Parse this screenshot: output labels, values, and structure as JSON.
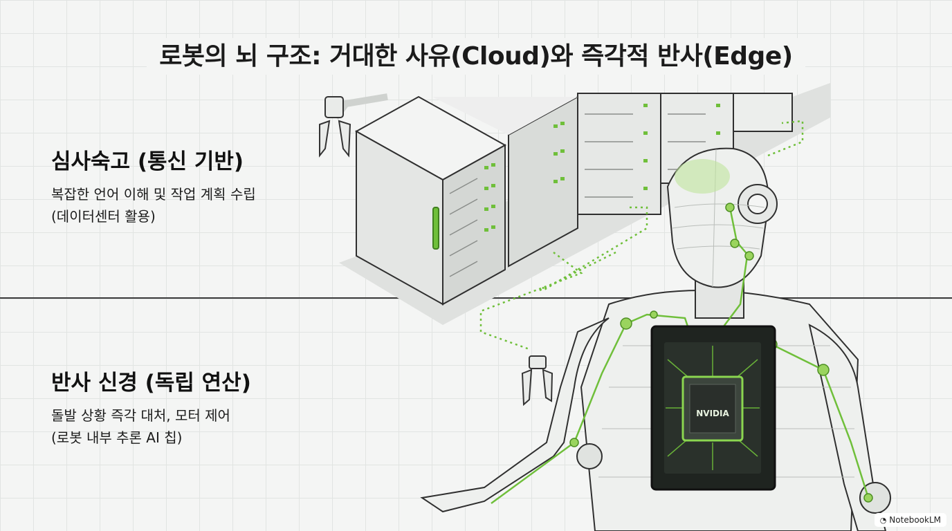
{
  "title": "로봇의 뇌 구조: 거대한 사유(Cloud)와 즉각적 반사(Edge)",
  "cloud_section": {
    "heading": "심사숙고 (통신 기반)",
    "line1": "복잡한 언어 이해 및 작업 계획 수립",
    "line2": "(데이터센터 활용)"
  },
  "edge_section": {
    "heading": "반사 신경 (독립 연산)",
    "line1": "돌발 상황 즉각 대처, 모터 제어",
    "line2": "(로봇 내부 추론 AI 칩)"
  },
  "chip_label": "NVIDIA",
  "watermark": "NotebookLM",
  "colors": {
    "accent": "#6fbf3a",
    "ink": "#1b1b1b",
    "background": "#f4f5f4"
  },
  "icons": [
    "robot-gripper-icon",
    "server-rack-icon",
    "humanoid-robot-icon",
    "ai-chip-icon",
    "notebooklm-logo-icon"
  ]
}
